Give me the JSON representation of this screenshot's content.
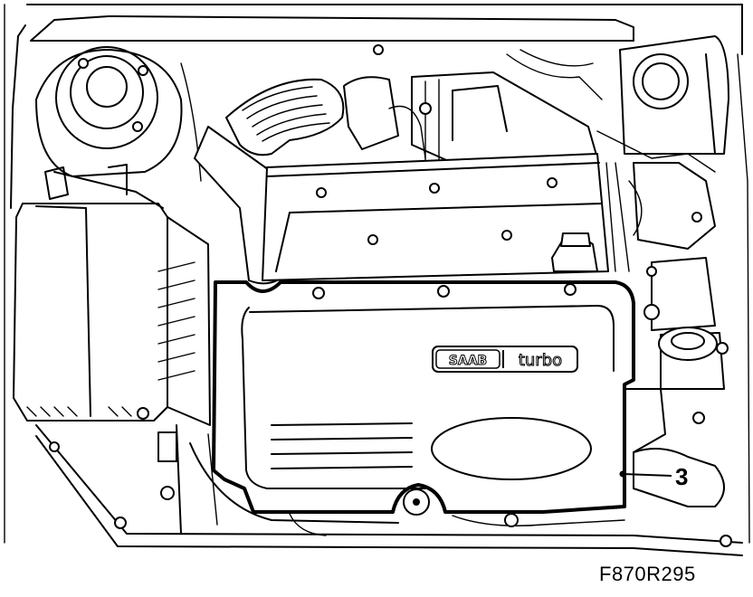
{
  "figure": {
    "id_label": "F870R295",
    "callout": "3",
    "brand_left": "SAAB",
    "brand_right": "turbo"
  },
  "colors": {
    "line": "#000000",
    "background": "#ffffff"
  }
}
